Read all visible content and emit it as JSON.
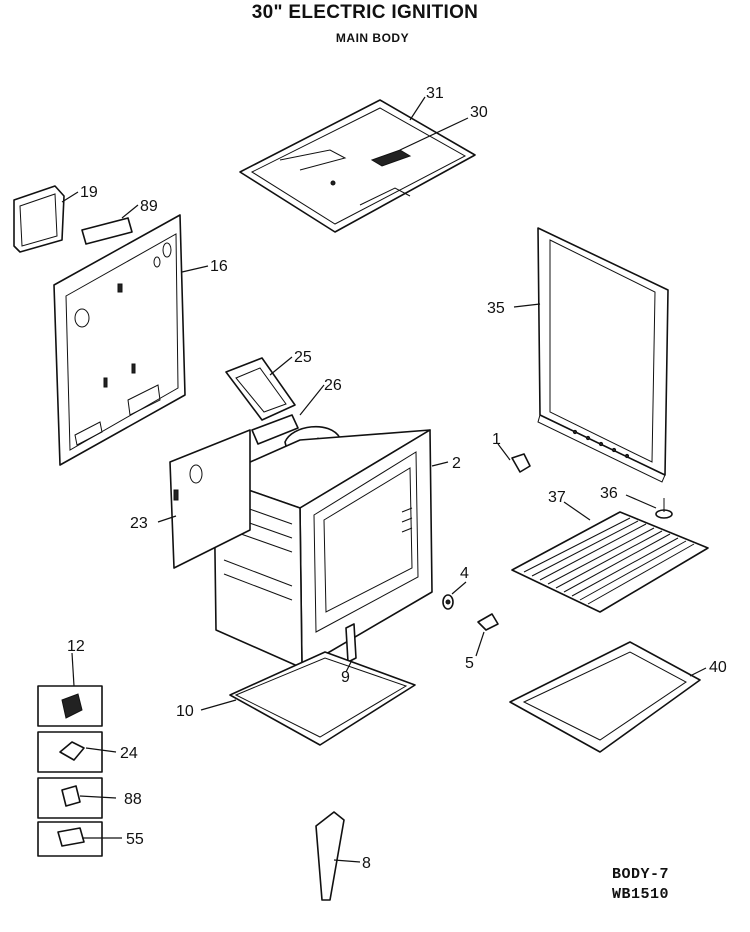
{
  "header": {
    "title": "30\" ELECTRIC IGNITION",
    "subtitle": "MAIN BODY"
  },
  "parts": {
    "p31": "31",
    "p30": "30",
    "p19": "19",
    "p89": "89",
    "p16": "16",
    "p35": "35",
    "p25": "25",
    "p26": "26",
    "p2": "2",
    "p1": "1",
    "p23": "23",
    "p37": "37",
    "p36": "36",
    "p4": "4",
    "p5": "5",
    "p12": "12",
    "p9": "9",
    "p10": "10",
    "p40": "40",
    "p24": "24",
    "p88": "88",
    "p55": "55",
    "p8": "8"
  },
  "footer": {
    "diagram_code": "BODY-7",
    "part_code": "WB1510"
  }
}
